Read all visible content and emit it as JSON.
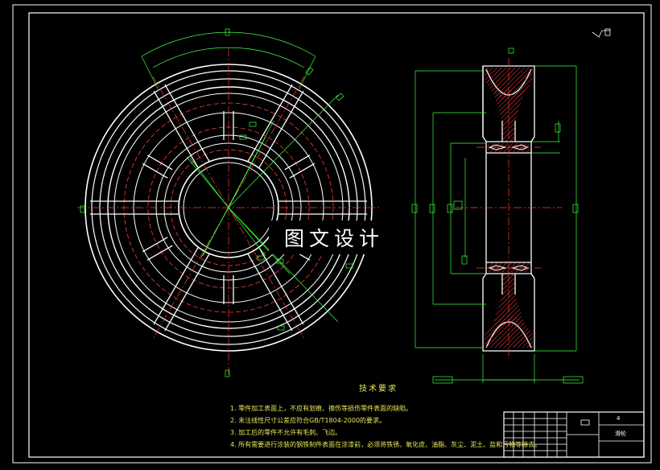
{
  "watermark": "图文设计",
  "technical_requirements": {
    "title": "技术要求",
    "items": [
      "1. 零件加工表面上，不应有划痕、擦伤等损伤零件表面的缺陷。",
      "2. 未注线性尺寸公差应符合GB/T1804-2000的要求。",
      "3. 加工后的零件不允许有毛刺、飞边。",
      "4. 所有需要进行涂装的钢铁制件表面在涂漆前，必须将铁锈、氧化皮、油脂、灰尘、泥土、盐和污物等除去。"
    ]
  },
  "title_block": {
    "part_name": "滑轮",
    "cell_top": "4"
  },
  "colors": {
    "outline": "#ffffff",
    "center_lines": "#ff3b3b",
    "dimensions": "#3cff3c",
    "text": "#e8e85a",
    "section_hatch": "#ff4040"
  }
}
